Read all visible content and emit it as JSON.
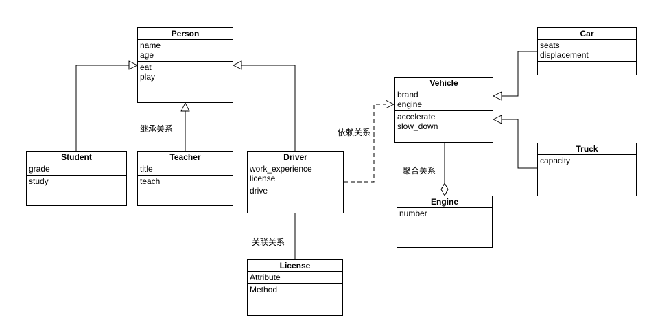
{
  "diagram": {
    "type": "uml-class-diagram",
    "colors": {
      "line": "#000000",
      "box_fill": "#ffffff",
      "text": "#000000"
    },
    "classes": {
      "person": {
        "name": "Person",
        "attributes": [
          "name",
          "age"
        ],
        "methods": [
          "eat",
          "play"
        ]
      },
      "student": {
        "name": "Student",
        "attributes": [
          "grade"
        ],
        "methods": [
          "study"
        ]
      },
      "teacher": {
        "name": "Teacher",
        "attributes": [
          "title"
        ],
        "methods": [
          "teach"
        ]
      },
      "driver": {
        "name": "Driver",
        "attributes": [
          "work_experience",
          "license"
        ],
        "methods": [
          "drive"
        ]
      },
      "license": {
        "name": "License",
        "attributes": [
          "Attribute"
        ],
        "methods": [
          "Method"
        ]
      },
      "vehicle": {
        "name": "Vehicle",
        "attributes": [
          "brand",
          "engine"
        ],
        "methods": [
          "accelerate",
          "slow_down"
        ]
      },
      "engine": {
        "name": "Engine",
        "attributes": [
          "number"
        ],
        "methods": []
      },
      "car": {
        "name": "Car",
        "attributes": [
          "seats",
          "displacement"
        ],
        "methods": []
      },
      "truck": {
        "name": "Truck",
        "attributes": [
          "capacity"
        ],
        "methods": []
      }
    },
    "edges": [
      {
        "from": "Student",
        "to": "Person",
        "type": "inheritance",
        "label": ""
      },
      {
        "from": "Teacher",
        "to": "Person",
        "type": "inheritance",
        "label": "继承关系"
      },
      {
        "from": "Driver",
        "to": "Person",
        "type": "inheritance",
        "label": ""
      },
      {
        "from": "Driver",
        "to": "Vehicle",
        "type": "dependency",
        "label": "依赖关系"
      },
      {
        "from": "Driver",
        "to": "License",
        "type": "association",
        "label": "关联关系"
      },
      {
        "from": "Vehicle",
        "to": "Engine",
        "type": "aggregation",
        "label": "聚合关系"
      },
      {
        "from": "Car",
        "to": "Vehicle",
        "type": "inheritance",
        "label": ""
      },
      {
        "from": "Truck",
        "to": "Vehicle",
        "type": "inheritance",
        "label": ""
      }
    ]
  }
}
